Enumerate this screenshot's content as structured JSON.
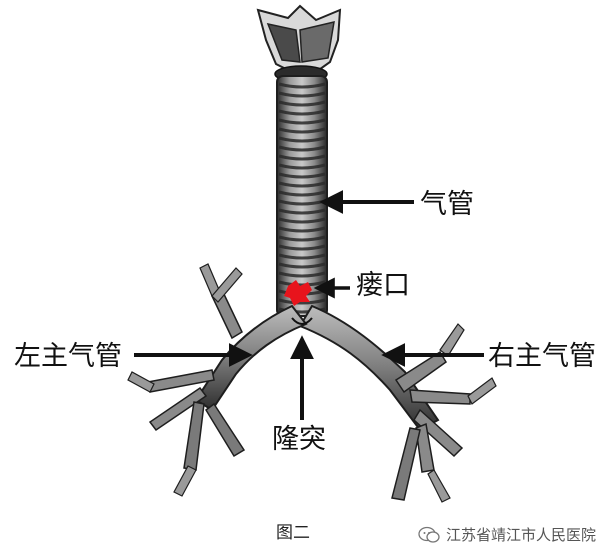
{
  "labels": {
    "trachea": "气管",
    "fistula": "瘘口",
    "left_main_bronchus": "左主气管",
    "right_main_bronchus": "右主气管",
    "carina": "隆突"
  },
  "caption": "图二",
  "watermark": "江苏省靖江市人民医院",
  "colors": {
    "fistula_mark": "#e8141c",
    "arrow": "#111111",
    "airway_fill": "#8f8f8f",
    "airway_ring": "#3a3a3a"
  }
}
